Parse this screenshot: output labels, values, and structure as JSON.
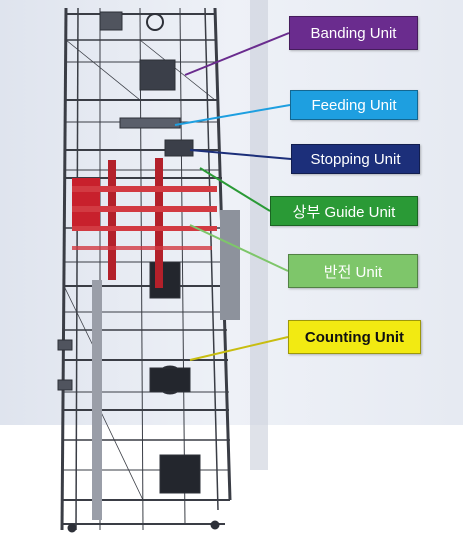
{
  "callouts": {
    "banding": {
      "label": "Banding Unit",
      "color": "#6a2c8e"
    },
    "feeding": {
      "label": "Feeding Unit",
      "color": "#1e9fe0"
    },
    "stopping": {
      "label": "Stopping Unit",
      "color": "#1c2f7a"
    },
    "guide": {
      "label": "상부 Guide Unit",
      "color": "#2a9a36"
    },
    "flip": {
      "label": "반전 Unit",
      "color": "#7ec66a"
    },
    "counting": {
      "label": "Counting Unit",
      "color": "#f2ea12"
    }
  },
  "image": {
    "background_color": "#e8ecf4",
    "frame_color": "#3a3d45",
    "accent_color": "#c8202c"
  }
}
